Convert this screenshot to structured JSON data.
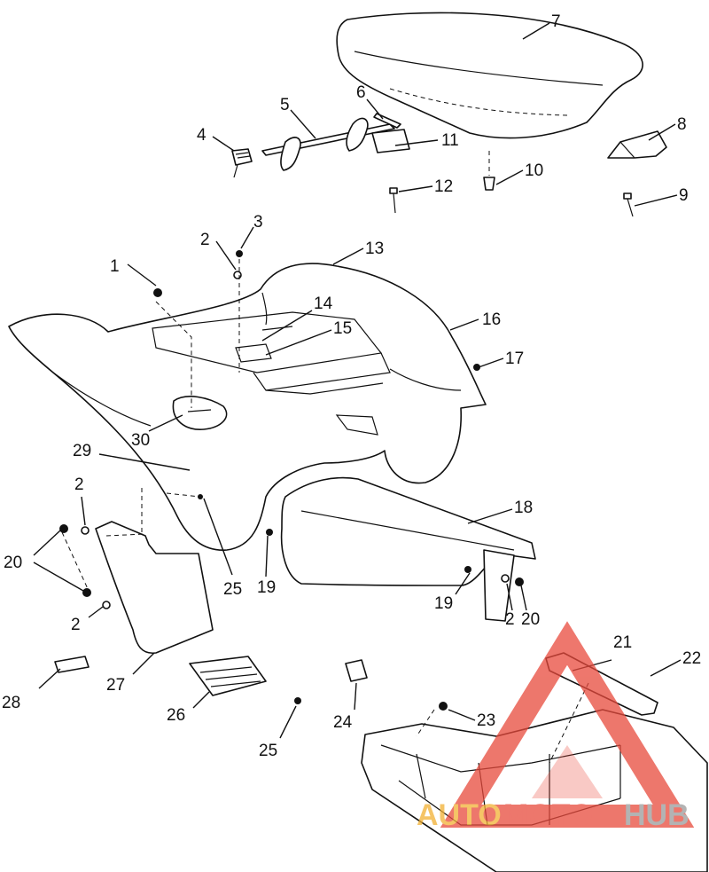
{
  "callouts": [
    {
      "label": "1"
    },
    {
      "label": "2"
    },
    {
      "label": "3"
    },
    {
      "label": "4"
    },
    {
      "label": "5"
    },
    {
      "label": "6"
    },
    {
      "label": "7"
    },
    {
      "label": "8"
    },
    {
      "label": "9"
    },
    {
      "label": "10"
    },
    {
      "label": "11"
    },
    {
      "label": "12"
    },
    {
      "label": "13"
    },
    {
      "label": "14"
    },
    {
      "label": "15"
    },
    {
      "label": "16"
    },
    {
      "label": "17"
    },
    {
      "label": "18"
    },
    {
      "label": "19"
    },
    {
      "label": "20"
    },
    {
      "label": "21"
    },
    {
      "label": "22"
    },
    {
      "label": "23"
    },
    {
      "label": "24"
    },
    {
      "label": "25"
    },
    {
      "label": "26"
    },
    {
      "label": "27"
    },
    {
      "label": "28"
    },
    {
      "label": "29"
    },
    {
      "label": "30"
    },
    {
      "label": "2"
    },
    {
      "label": "20"
    },
    {
      "label": "2"
    },
    {
      "label": "25"
    },
    {
      "label": "19"
    },
    {
      "label": "19"
    },
    {
      "label": "2"
    },
    {
      "label": "20"
    }
  ],
  "watermark": {
    "part1": "AUTO",
    "part2": "MOTO",
    "part3": "HUB",
    "color_red": "#e84a3c",
    "color_yellow": "#f2b134",
    "color_grey": "#9a9a9a"
  }
}
